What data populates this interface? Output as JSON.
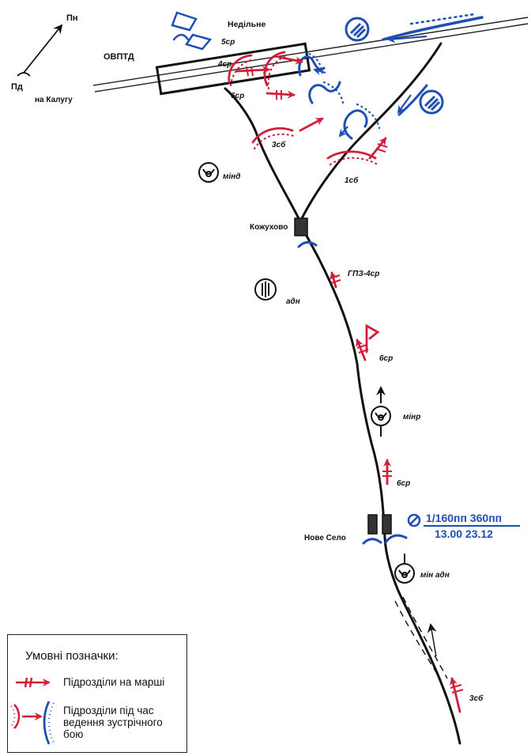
{
  "map": {
    "north_label": "Пн",
    "south_label": "Пд",
    "direction_label": "на Калугу",
    "places": {
      "nedilne": "Недільне",
      "ovptd": "ОВПТД",
      "kozhukhovo": "Кожухово",
      "nove_selo": "Нове Село"
    },
    "unit_labels": {
      "u5sr": "5ср",
      "u4sr": "4ср",
      "u6sr_top": "6ср",
      "u3sb_top": "3сб",
      "u1sb": "1сб",
      "mind": "мінд",
      "gpz": "ГПЗ-4ср",
      "adn": "адн",
      "u6sr_mid": "6ср",
      "minr": "мінр",
      "u6sr_low": "6ср",
      "min_adn": "мін адн",
      "u3sb_bottom": "3сб"
    },
    "info": {
      "line1": "1/160пп 360пп",
      "line2": "13.00 23.12"
    },
    "colors": {
      "red": "#d11f3a",
      "blue": "#1f4fb5",
      "black": "#111111"
    }
  },
  "legend": {
    "title": "Умовні позначки:",
    "march": "Підрозділи на марші",
    "battle_line1": "Підрозділи під час",
    "battle_line2": "ведення зустрічного",
    "battle_line3": "бою"
  }
}
